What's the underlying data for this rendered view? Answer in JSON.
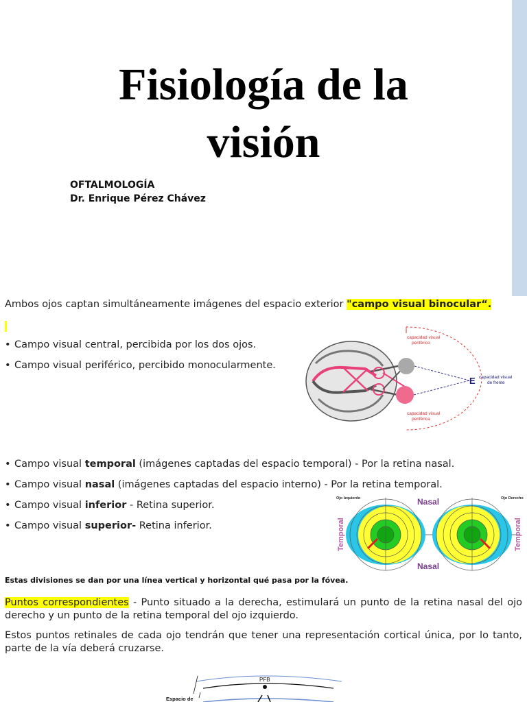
{
  "slide1": {
    "title_line1": "Fisiología de la",
    "title_line2": "visión",
    "subtitle_line1": "OFTALMOLOGÍA",
    "subtitle_line2": "Dr. Enrique Pérez Chávez"
  },
  "slide2": {
    "intro_text": "Ambos ojos captan simultáneamente imágenes del espacio exterior ",
    "intro_highlight": "\"campo visual binocular“.",
    "bullets_a": [
      "Campo visual central, percibida por los dos ojos.",
      "Campo visual periférico, percibido monocularmente."
    ],
    "head_diagram": {
      "label_top": [
        "capacidad visual",
        "periférico"
      ],
      "label_bottom": [
        "capacidad visual",
        "periférica"
      ],
      "label_front": [
        "capacidad visual",
        "de frente"
      ],
      "target_letter": "E"
    },
    "bullets_b": [
      {
        "pre": "Campo visual ",
        "bold": "temporal",
        "post": " (imágenes captadas del espacio temporal) - Por la retina nasal."
      },
      {
        "pre": "Campo visual ",
        "bold": "nasal",
        "post": " (imágenes captadas del espacio interno) - Por la retina temporal."
      },
      {
        "pre": "Campo visual ",
        "bold": "inferior",
        "post": " - Retina superior."
      },
      {
        "pre": "Campo visual ",
        "bold": "superior-",
        "post": " Retina inferior."
      }
    ],
    "fields_diagram": {
      "left_eye": "Ojo Izquierdo",
      "right_eye": "Ojo Derecho",
      "nasal_top": "Nasal",
      "nasal_bottom": "Nasal",
      "temporal_left": "Temporal",
      "temporal_right": "Temporal"
    },
    "note": "Estas divisiones se dan por una línea vertical y horizontal qué pasa por la fóvea.",
    "para1_highlight": "Puntos correspondientes",
    "para1_text": " - Punto situado a la derecha, estimulará un punto de la retina nasal del ojo derecho y un punto de la retina temporal del ojo izquierdo.",
    "para2": "Estos puntos retinales de cada ojo tendrán que tener una representación cortical única, por lo tanto, parte de la vía deberá cruzarse.",
    "bottom_diagram": {
      "pfb_label": "PFB",
      "space_label": "Espacio de"
    },
    "colors": {
      "highlight": "#ffff00",
      "accent_bar": "#c9d9ec",
      "nasal_text": "#7b3f8c",
      "temporal_text": "#b05aa0",
      "pink": "#e8407a"
    }
  }
}
